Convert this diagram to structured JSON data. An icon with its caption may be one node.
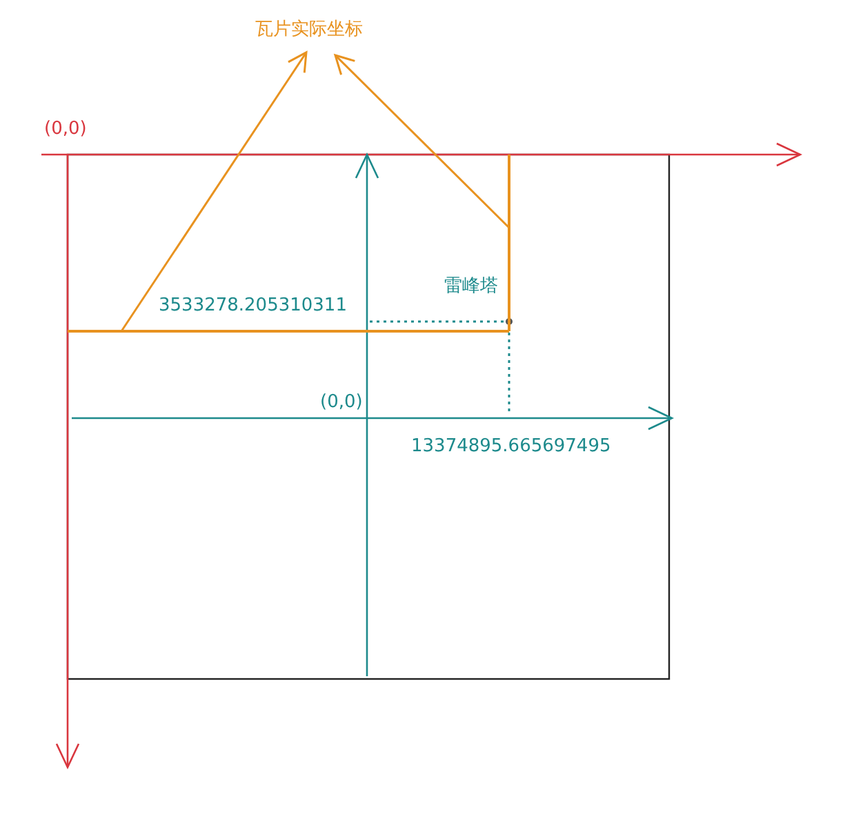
{
  "diagram": {
    "nodes": [
      {
        "text": [
          "瓦片实际坐标"
        ]
      },
      {
        "text": [],
        "shape": "bar"
      },
      {
        "text": [],
        "shape": "bar"
      }
    ],
    "edges": [
      {
        "from": 1,
        "to": 0,
        "arrow": "to"
      },
      {
        "from": 2,
        "to": 0,
        "arrow": "to"
      }
    ],
    "labels": [
      "(0,0)",
      "雷峰塔",
      "3533278.205310311",
      "(0,0)",
      "13374895.665697495"
    ]
  }
}
